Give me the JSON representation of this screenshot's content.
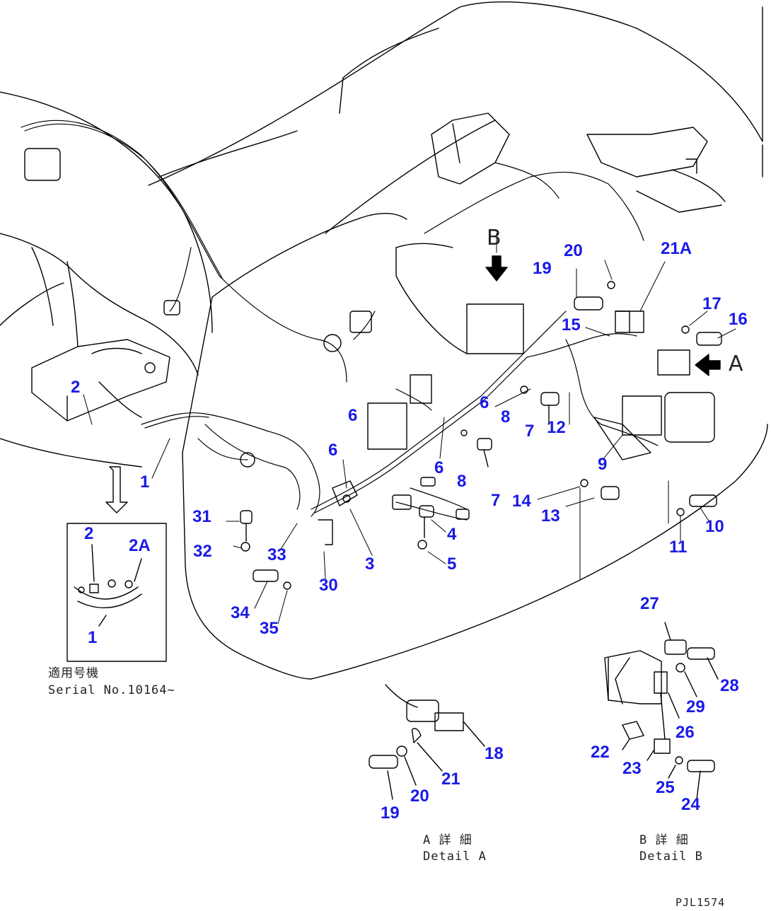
{
  "callouts": [
    {
      "id": "c1a",
      "text": "1"
    },
    {
      "id": "c1b",
      "text": "1"
    },
    {
      "id": "c2a",
      "text": "2"
    },
    {
      "id": "c2b",
      "text": "2"
    },
    {
      "id": "c2A",
      "text": "2A"
    },
    {
      "id": "c3",
      "text": "3"
    },
    {
      "id": "c4",
      "text": "4"
    },
    {
      "id": "c5",
      "text": "5"
    },
    {
      "id": "c6a",
      "text": "6"
    },
    {
      "id": "c6b",
      "text": "6"
    },
    {
      "id": "c6c",
      "text": "6"
    },
    {
      "id": "c6d",
      "text": "6"
    },
    {
      "id": "c7a",
      "text": "7"
    },
    {
      "id": "c7b",
      "text": "7"
    },
    {
      "id": "c8a",
      "text": "8"
    },
    {
      "id": "c8b",
      "text": "8"
    },
    {
      "id": "c9",
      "text": "9"
    },
    {
      "id": "c10",
      "text": "10"
    },
    {
      "id": "c11",
      "text": "11"
    },
    {
      "id": "c12",
      "text": "12"
    },
    {
      "id": "c13",
      "text": "13"
    },
    {
      "id": "c14",
      "text": "14"
    },
    {
      "id": "c15",
      "text": "15"
    },
    {
      "id": "c16",
      "text": "16"
    },
    {
      "id": "c17",
      "text": "17"
    },
    {
      "id": "c18",
      "text": "18"
    },
    {
      "id": "c19a",
      "text": "19"
    },
    {
      "id": "c19b",
      "text": "19"
    },
    {
      "id": "c20a",
      "text": "20"
    },
    {
      "id": "c20b",
      "text": "20"
    },
    {
      "id": "c21",
      "text": "21"
    },
    {
      "id": "c21A",
      "text": "21A"
    },
    {
      "id": "c22",
      "text": "22"
    },
    {
      "id": "c23",
      "text": "23"
    },
    {
      "id": "c24",
      "text": "24"
    },
    {
      "id": "c25",
      "text": "25"
    },
    {
      "id": "c26",
      "text": "26"
    },
    {
      "id": "c27",
      "text": "27"
    },
    {
      "id": "c28",
      "text": "28"
    },
    {
      "id": "c29",
      "text": "29"
    },
    {
      "id": "c30",
      "text": "30"
    },
    {
      "id": "c31",
      "text": "31"
    },
    {
      "id": "c32",
      "text": "32"
    },
    {
      "id": "c33",
      "text": "33"
    },
    {
      "id": "c34",
      "text": "34"
    },
    {
      "id": "c35",
      "text": "35"
    }
  ],
  "view_labels": {
    "A": "A",
    "B": "B"
  },
  "notes": {
    "serial_jp": "適用号機",
    "serial_en": "Serial No.10164~",
    "detail_a_jp": "A 詳 細",
    "detail_a_en": "Detail A",
    "detail_b_jp": "B 詳 細",
    "detail_b_en": "Detail B",
    "drawing_code": "PJL1574"
  },
  "colors": {
    "callout": "#1a1ae6",
    "line": "#000000"
  }
}
